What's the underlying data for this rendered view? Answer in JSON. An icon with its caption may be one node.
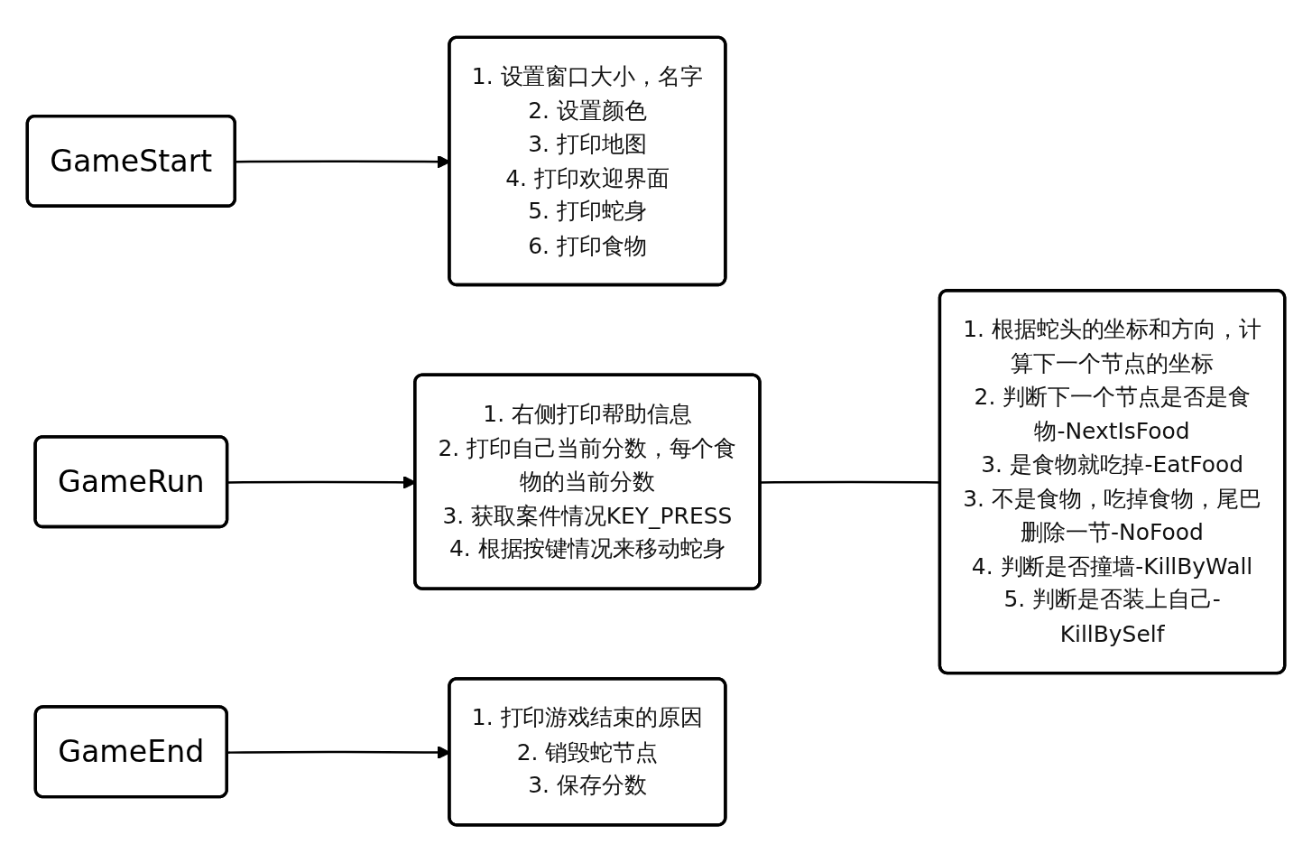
{
  "diagram": {
    "nodes": [
      {
        "text": [
          "GameStart"
        ]
      },
      {
        "text": [
          "1. 设置窗口大小，名字",
          "2. 设置颜色",
          "3. 打印地图",
          "4. 打印欢迎界面",
          "5. 打印蛇身",
          "6. 打印食物"
        ]
      },
      {
        "text": [
          "GameRun"
        ]
      },
      {
        "text": [
          "1. 右侧打印帮助信息",
          "2. 打印自己当前分数，每个食物的当前分数",
          "3. 获取案件情况KEY_PRESS",
          "4. 根据按键情况来移动蛇身"
        ]
      },
      {
        "text": [
          "1. 根据蛇头的坐标和方向，计算下一个节点的坐标",
          "2. 判断下一个节点是否是食物-NextIsFood",
          "3. 是食物就吃掉-EatFood",
          "3. 不是食物，吃掉食物，尾巴删除一节-NoFood",
          "4. 判断是否撞墙-KillByWall",
          "5. 判断是否装上自己-KillBySelf"
        ]
      },
      {
        "text": [
          "GameEnd"
        ]
      },
      {
        "text": [
          "1. 打印游戏结束的原因",
          "2. 销毁蛇节点",
          "3. 保存分数"
        ]
      }
    ],
    "edges": [
      {
        "from": 0,
        "to": 1,
        "arrow": "to"
      },
      {
        "from": 2,
        "to": 3,
        "arrow": "to"
      },
      {
        "from": 3,
        "to": 4,
        "arrow": "none"
      },
      {
        "from": 5,
        "to": 6,
        "arrow": "to"
      }
    ]
  }
}
